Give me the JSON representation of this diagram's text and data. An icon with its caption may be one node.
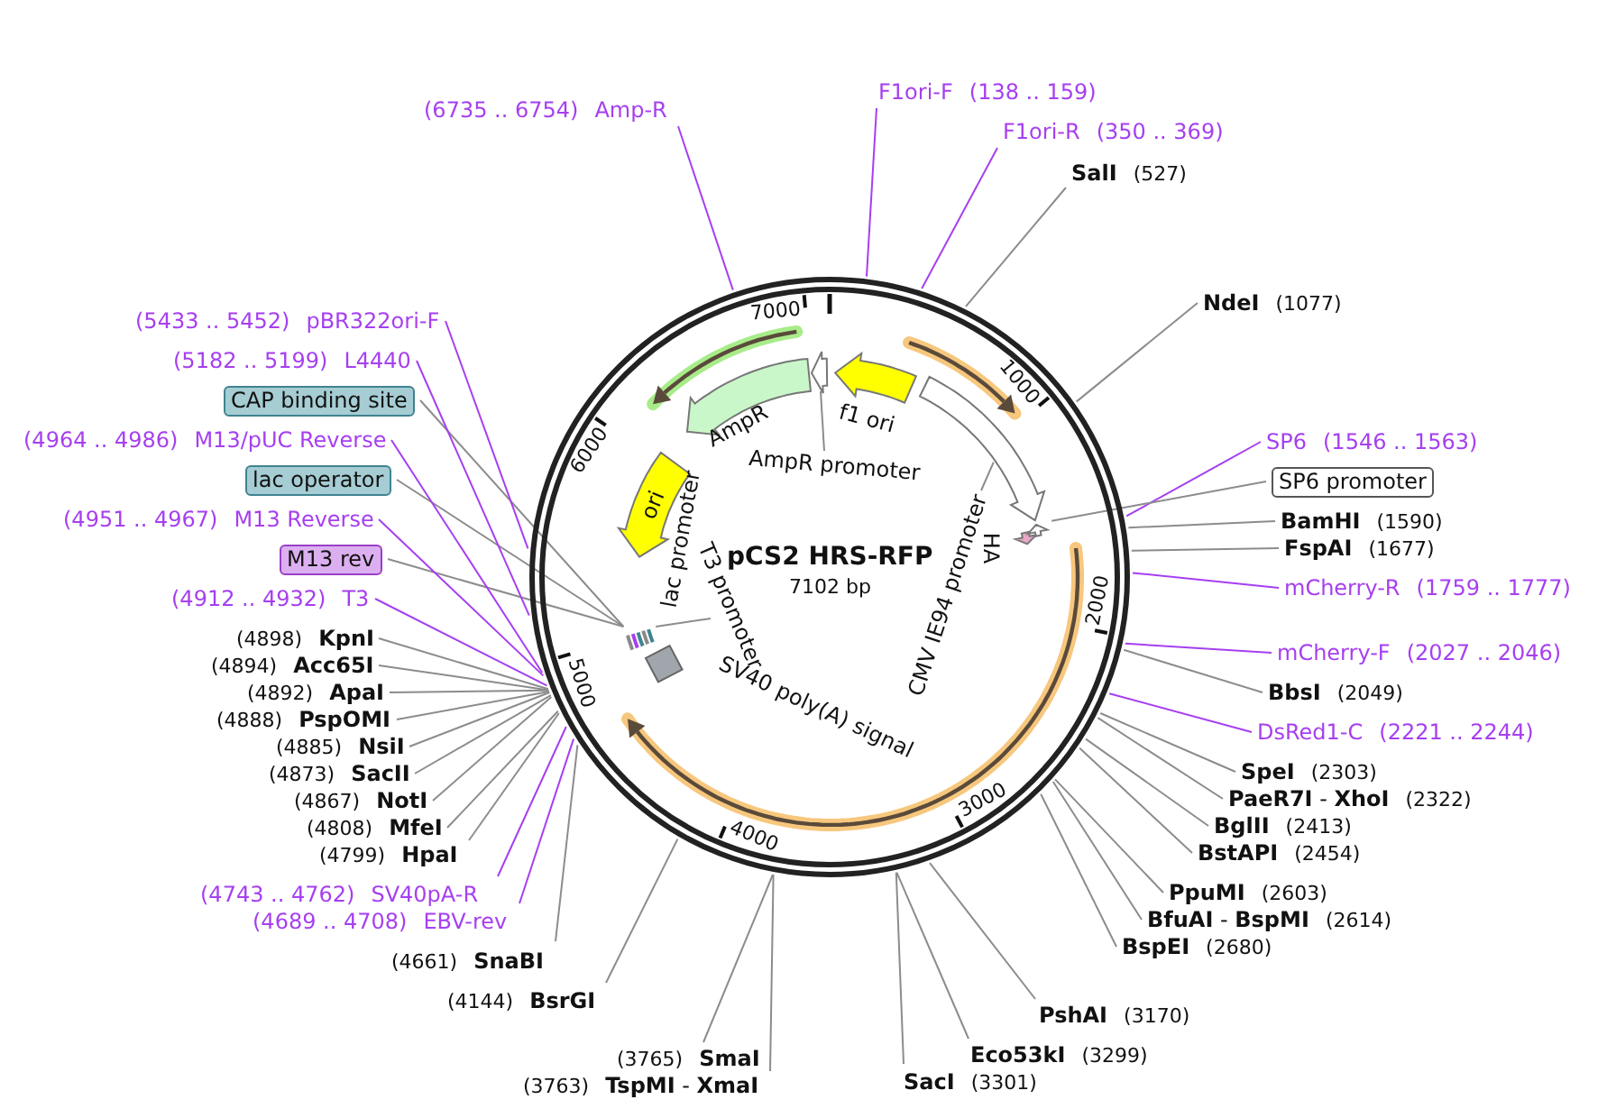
{
  "diagram": {
    "nodes": [
      {
        "text": [
          "pCS2 HRS-RFP",
          "7102 bp"
        ]
      },
      {
        "text": [
          "AmpR"
        ],
        "in": 0
      },
      {
        "text": [],
        "shape": "arrow",
        "in": 0
      },
      {
        "text": [
          "AmpR promoter"
        ],
        "in": 0
      },
      {
        "text": [
          "f1 ori"
        ],
        "in": 0
      },
      {
        "text": [],
        "shape": "arrow",
        "in": 0
      },
      {
        "text": [
          "CMV IE94 promoter"
        ],
        "in": 0
      },
      {
        "text": [
          "HA"
        ],
        "in": 0
      },
      {
        "text": [
          "ori"
        ],
        "in": 0
      },
      {
        "text": [],
        "shape": "bar",
        "in": 0
      },
      {
        "text": [
          "lac promoter"
        ],
        "in": 0
      },
      {
        "text": [
          "T3 promoter"
        ],
        "in": 0
      },
      {
        "text": [
          "SV40 poly(A) signal"
        ],
        "in": 0
      },
      {
        "text": [],
        "shape": "arrow",
        "in": 0
      },
      {
        "text": [
          "F1ori-F",
          "(138 .. 159)"
        ]
      },
      {
        "text": [
          "F1ori-R",
          "(350 .. 369)"
        ]
      },
      {
        "text": [
          "SalI",
          "(527)"
        ]
      },
      {
        "text": [
          "NdeI",
          "(1077)"
        ]
      },
      {
        "text": [
          "SP6",
          "(1546 .. 1563)"
        ]
      },
      {
        "text": [
          "SP6 promoter"
        ]
      },
      {
        "text": [
          "BamHI",
          "(1590)"
        ]
      },
      {
        "text": [
          "FspAI",
          "(1677)"
        ]
      },
      {
        "text": [
          "mCherry-R",
          "(1759 .. 1777)"
        ]
      },
      {
        "text": [
          "mCherry-F",
          "(2027 .. 2046)"
        ]
      },
      {
        "text": [
          "BbsI",
          "(2049)"
        ]
      },
      {
        "text": [
          "DsRed1-C",
          "(2221 .. 2244)"
        ]
      },
      {
        "text": [
          "SpeI",
          "(2303)"
        ]
      },
      {
        "text": [
          "**PaeR7I** - **XhoI**",
          "(2322)"
        ]
      },
      {
        "text": [
          "BglII",
          "(2413)"
        ]
      },
      {
        "text": [
          "BstAPI",
          "(2454)"
        ]
      },
      {
        "text": [
          "PpuMI",
          "(2603)"
        ]
      },
      {
        "text": [
          "**BfuAI** - **BspMI**",
          "(2614)"
        ]
      },
      {
        "text": [
          "BspEI",
          "(2680)"
        ]
      },
      {
        "text": [
          "PshAI",
          "(3170)"
        ]
      },
      {
        "text": [
          "Eco53kI",
          "(3299)"
        ]
      },
      {
        "text": [
          "SacI",
          "(3301)"
        ]
      },
      {
        "text": [
          "(3765)",
          "SmaI"
        ]
      },
      {
        "text": [
          "(3763)",
          "**TspMI** - **XmaI**"
        ]
      },
      {
        "text": [
          "(4144)",
          "BsrGI"
        ]
      },
      {
        "text": [
          "(4661)",
          "SnaBI"
        ]
      },
      {
        "text": [
          "(4689 .. 4708)",
          "EBV-rev"
        ]
      },
      {
        "text": [
          "(4743 .. 4762)",
          "SV40pA-R"
        ]
      },
      {
        "text": [
          "(4799)",
          "HpaI"
        ]
      },
      {
        "text": [
          "(4808)",
          "MfeI"
        ]
      },
      {
        "text": [
          "(4867)",
          "NotI"
        ]
      },
      {
        "text": [
          "(4873)",
          "SacII"
        ]
      },
      {
        "text": [
          "(4885)",
          "NsiI"
        ]
      },
      {
        "text": [
          "(4888)",
          "PspOMI"
        ]
      },
      {
        "text": [
          "(4892)",
          "ApaI"
        ]
      },
      {
        "text": [
          "(4894)",
          "Acc65I"
        ]
      },
      {
        "text": [
          "(4898)",
          "KpnI"
        ]
      },
      {
        "text": [
          "(4912 .. 4932)",
          "T3"
        ]
      },
      {
        "text": [
          "M13 rev"
        ]
      },
      {
        "text": [
          "(4951 .. 4967)",
          "M13 Reverse"
        ]
      },
      {
        "text": [
          "lac operator"
        ]
      },
      {
        "text": [
          "(4964 .. 4986)",
          "M13/pUC Reverse"
        ]
      },
      {
        "text": [
          "CAP binding site"
        ]
      },
      {
        "text": [
          "(5182 .. 5199)",
          "L4440"
        ]
      },
      {
        "text": [
          "(5433 .. 5452)",
          "pBR322ori-F"
        ]
      },
      {
        "text": [
          "(6735 .. 6754)",
          "Amp-R"
        ]
      }
    ],
    "edges": [
      {
        "from": 3,
        "to": 2,
        "arrow": "none"
      },
      {
        "from": 6,
        "to": 5,
        "arrow": "none"
      },
      {
        "from": 11,
        "to": 9,
        "arrow": "none"
      },
      {
        "from": 14,
        "to": 0,
        "arrow": "none",
        "color": "#a63ff0"
      },
      {
        "from": 15,
        "to": 0,
        "arrow": "none",
        "color": "#a63ff0"
      },
      {
        "from": 16,
        "to": 0,
        "arrow": "none"
      },
      {
        "from": 17,
        "to": 0,
        "arrow": "none"
      },
      {
        "from": 18,
        "to": 0,
        "arrow": "none",
        "color": "#a63ff0"
      },
      {
        "from": 19,
        "to": 13,
        "arrow": "none"
      },
      {
        "from": 20,
        "to": 0,
        "arrow": "none"
      },
      {
        "from": 21,
        "to": 0,
        "arrow": "none"
      },
      {
        "from": 22,
        "to": 0,
        "arrow": "none",
        "color": "#a63ff0"
      },
      {
        "from": 23,
        "to": 0,
        "arrow": "none",
        "color": "#a63ff0"
      },
      {
        "from": 24,
        "to": 0,
        "arrow": "none"
      },
      {
        "from": 25,
        "to": 0,
        "arrow": "none",
        "color": "#a63ff0"
      },
      {
        "from": 26,
        "to": 0,
        "arrow": "none"
      },
      {
        "from": 27,
        "to": 0,
        "arrow": "none"
      },
      {
        "from": 28,
        "to": 0,
        "arrow": "none"
      },
      {
        "from": 29,
        "to": 0,
        "arrow": "none"
      },
      {
        "from": 30,
        "to": 0,
        "arrow": "none"
      },
      {
        "from": 31,
        "to": 0,
        "arrow": "none"
      },
      {
        "from": 32,
        "to": 0,
        "arrow": "none"
      },
      {
        "from": 33,
        "to": 0,
        "arrow": "none"
      },
      {
        "from": 34,
        "to": 0,
        "arrow": "none"
      },
      {
        "from": 35,
        "to": 0,
        "arrow": "none"
      },
      {
        "from": 36,
        "to": 0,
        "arrow": "none"
      },
      {
        "from": 37,
        "to": 0,
        "arrow": "none"
      },
      {
        "from": 38,
        "to": 0,
        "arrow": "none"
      },
      {
        "from": 39,
        "to": 0,
        "arrow": "none"
      },
      {
        "from": 40,
        "to": 0,
        "arrow": "none",
        "color": "#a63ff0"
      },
      {
        "from": 41,
        "to": 0,
        "arrow": "none",
        "color": "#a63ff0"
      },
      {
        "from": 42,
        "to": 0,
        "arrow": "none"
      },
      {
        "from": 43,
        "to": 0,
        "arrow": "none"
      },
      {
        "from": 44,
        "to": 0,
        "arrow": "none"
      },
      {
        "from": 45,
        "to": 0,
        "arrow": "none"
      },
      {
        "from": 46,
        "to": 0,
        "arrow": "none"
      },
      {
        "from": 47,
        "to": 0,
        "arrow": "none"
      },
      {
        "from": 48,
        "to": 0,
        "arrow": "none"
      },
      {
        "from": 49,
        "to": 0,
        "arrow": "none"
      },
      {
        "from": 50,
        "to": 0,
        "arrow": "none"
      },
      {
        "from": 51,
        "to": 0,
        "arrow": "none",
        "color": "#a63ff0"
      },
      {
        "from": 52,
        "to": 9,
        "arrow": "none"
      },
      {
        "from": 53,
        "to": 0,
        "arrow": "none",
        "color": "#a63ff0"
      },
      {
        "from": 54,
        "to": 9,
        "arrow": "none"
      },
      {
        "from": 55,
        "to": 0,
        "arrow": "none",
        "color": "#a63ff0"
      },
      {
        "from": 56,
        "to": 9,
        "arrow": "none"
      },
      {
        "from": 57,
        "to": 0,
        "arrow": "none",
        "color": "#a63ff0"
      },
      {
        "from": 58,
        "to": 0,
        "arrow": "none",
        "color": "#a63ff0"
      },
      {
        "from": 59,
        "to": 0,
        "arrow": "none",
        "color": "#a63ff0"
      }
    ],
    "labels": [
      "1000",
      "2000",
      "3000",
      "4000",
      "5000",
      "6000",
      "7000"
    ]
  }
}
